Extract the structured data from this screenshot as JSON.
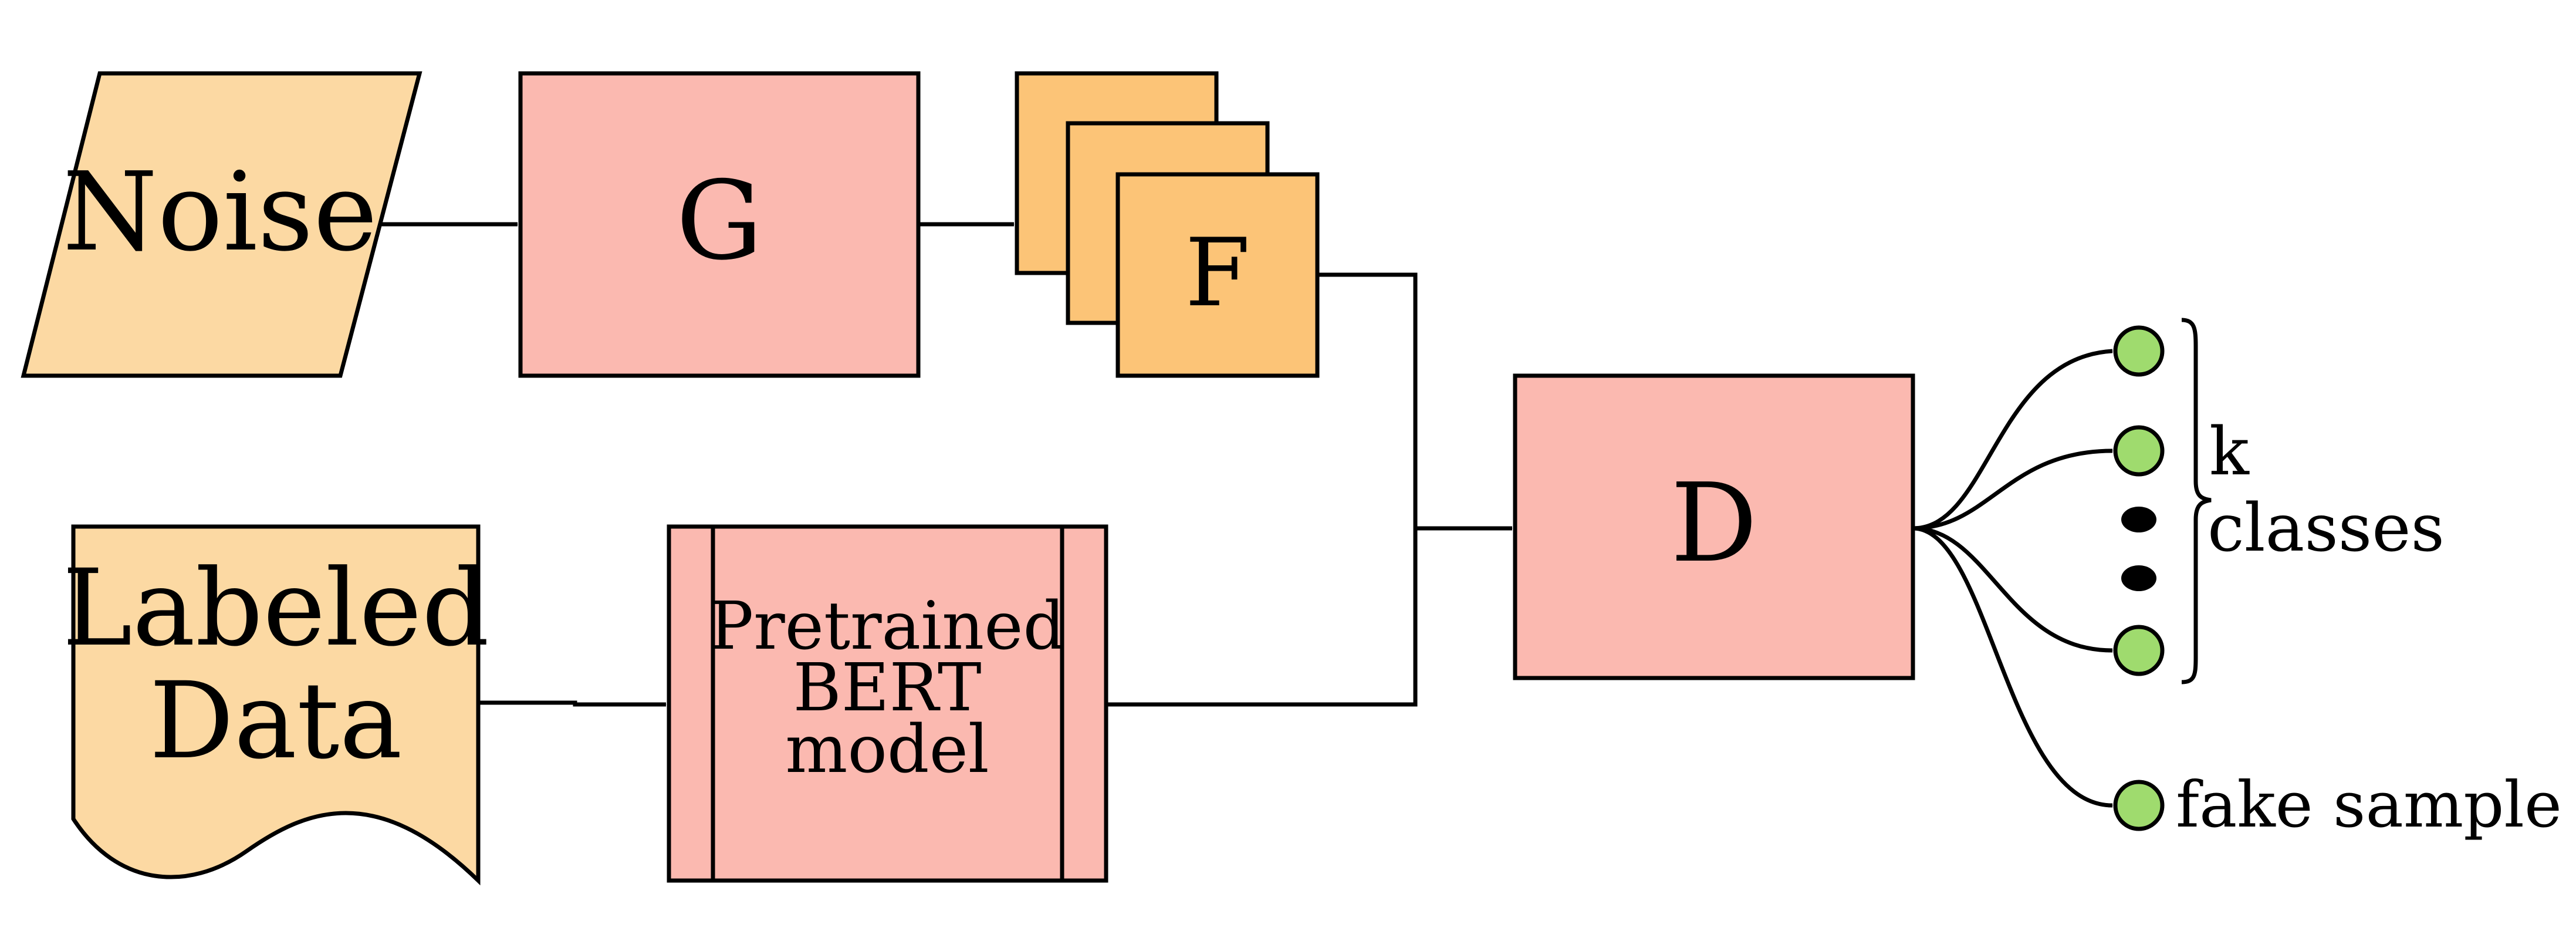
{
  "diagram": {
    "nodes": {
      "noise": "Noise",
      "generator": "G",
      "fake_features": "F",
      "labeled_data": [
        "Labeled",
        "Data"
      ],
      "bert": [
        "Pretrained",
        "BERT",
        "model"
      ],
      "discriminator": "D"
    },
    "outputs": {
      "k_label": "k",
      "classes_label": "classes",
      "fake_label": "fake sample"
    },
    "colors": {
      "input_fill": "#fcd9a3",
      "model_fill": "#fbb9b0",
      "feature_fill": "#fcc477",
      "output_fill": "#9fdb6e",
      "stroke": "#000000"
    }
  }
}
